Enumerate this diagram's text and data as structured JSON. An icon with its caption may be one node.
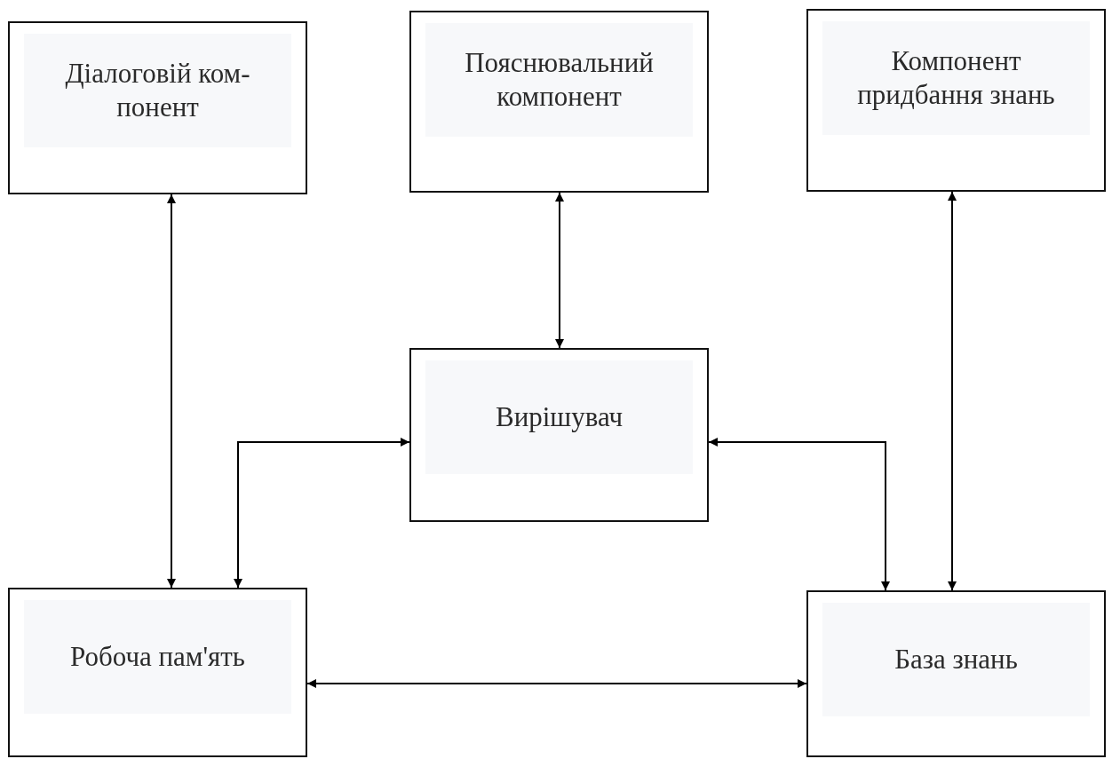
{
  "diagram": {
    "nodes": [
      {
        "text": [
          "Діалоговій ком- понент"
        ]
      },
      {
        "text": [
          "Пояснювальний компонент"
        ]
      },
      {
        "text": [
          "Компонент придбання знань"
        ]
      },
      {
        "text": [
          "Вирішувач"
        ]
      },
      {
        "text": [
          "Робоча пам'ять"
        ]
      },
      {
        "text": [
          "База знань"
        ]
      }
    ],
    "edges": [
      {
        "from": 0,
        "to": 4,
        "arrow": "both"
      },
      {
        "from": 1,
        "to": 3,
        "arrow": "both"
      },
      {
        "from": 2,
        "to": 5,
        "arrow": "both"
      },
      {
        "from": 3,
        "to": 4,
        "arrow": "both"
      },
      {
        "from": 3,
        "to": 5,
        "arrow": "both"
      },
      {
        "from": 4,
        "to": 5,
        "arrow": "both"
      }
    ]
  }
}
